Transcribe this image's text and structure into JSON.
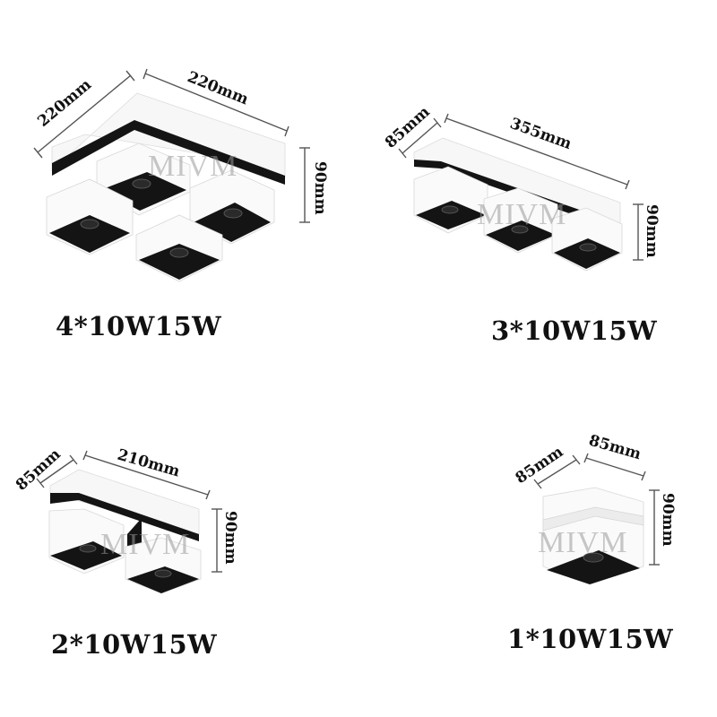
{
  "watermark": "MIVM",
  "products": [
    {
      "id": "quad",
      "label": "4*10W15W",
      "dimensions": {
        "depth": "220mm",
        "width": "220mm",
        "height": "90mm"
      },
      "heads": 4
    },
    {
      "id": "triple",
      "label": "3*10W15W",
      "dimensions": {
        "depth": "85mm",
        "width": "355mm",
        "height": "90mm"
      },
      "heads": 3
    },
    {
      "id": "double",
      "label": "2*10W15W",
      "dimensions": {
        "depth": "85mm",
        "width": "210mm",
        "height": "90mm"
      },
      "heads": 2
    },
    {
      "id": "single",
      "label": "1*10W15W",
      "dimensions": {
        "depth": "85mm",
        "width": "85mm",
        "height": "90mm"
      },
      "heads": 1
    }
  ]
}
